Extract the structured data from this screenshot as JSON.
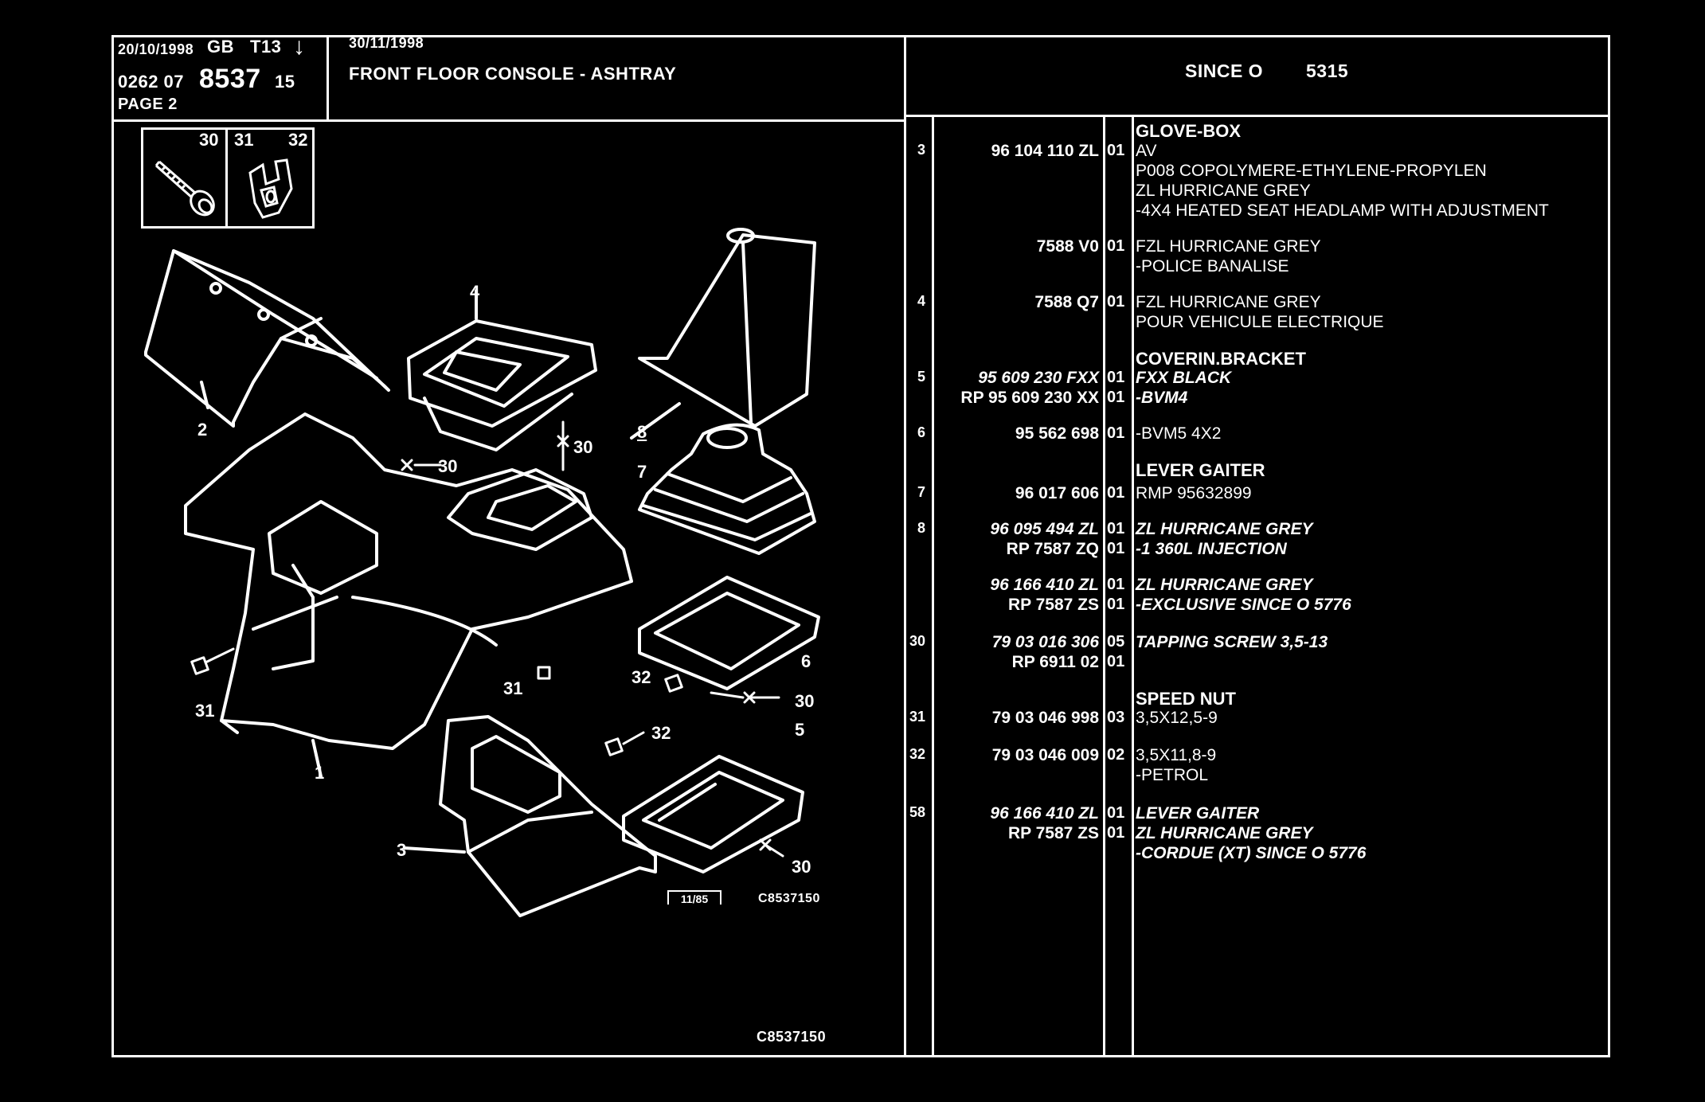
{
  "header": {
    "date_left": "20/10/1998",
    "region": "GB",
    "code_t": "T13",
    "arrow": "↓",
    "ref_prefix": "0262 07",
    "ref_main": "8537",
    "ref_suffix": "15",
    "page": "PAGE 2",
    "date_right": "30/11/1998",
    "title": "FRONT FLOOR CONSOLE - ASHTRAY",
    "since_label": "SINCE O",
    "since_value": "5315"
  },
  "inset": {
    "labels": [
      "30",
      "31",
      "32"
    ]
  },
  "drawing": {
    "callouts": [
      "1",
      "2",
      "3",
      "4",
      "5",
      "6",
      "7",
      "8",
      "30",
      "30",
      "30",
      "30",
      "30",
      "31",
      "31",
      "32",
      "32"
    ],
    "stamp": "11/85",
    "drawing_code": "C8537150",
    "footer_code": "C8537150"
  },
  "parts": [
    {
      "section": "GLOVE-BOX"
    },
    {
      "idx": "3",
      "ref": "96 104 110 ZL",
      "ref_italic": false,
      "qty": "01",
      "desc": "AV",
      "desc_italic": false
    },
    {
      "desc": "P008 COPOLYMERE-ETHYLENE-PROPYLEN"
    },
    {
      "desc": "ZL HURRICANE GREY"
    },
    {
      "desc": "-4X4 HEATED SEAT HEADLAMP WITH ADJUSTMENT"
    },
    {
      "idx": "",
      "ref": "7588 V0",
      "qty": "01",
      "desc": "FZL HURRICANE GREY"
    },
    {
      "desc": "-POLICE BANALISE"
    },
    {
      "idx": "4",
      "ref": "7588 Q7",
      "qty": "01",
      "desc": "FZL HURRICANE GREY"
    },
    {
      "desc": "POUR VEHICULE ELECTRIQUE"
    },
    {
      "section": "COVERIN.BRACKET"
    },
    {
      "idx": "5",
      "ref": "95 609 230 FXX",
      "ref_italic": true,
      "qty": "01",
      "desc": "FXX BLACK",
      "desc_italic": true
    },
    {
      "idx": "",
      "ref": "RP  95 609 230 XX",
      "qty": "01",
      "desc": "-BVM4",
      "desc_italic": true
    },
    {
      "idx": "6",
      "ref": "95 562 698",
      "qty": "01",
      "desc": "-BVM5 4X2"
    },
    {
      "section": "LEVER GAITER"
    },
    {
      "idx": "7",
      "ref": "96 017 606",
      "qty": "01",
      "desc": "RMP 95632899"
    },
    {
      "idx": "8",
      "ref": "96 095 494 ZL",
      "ref_italic": true,
      "qty": "01",
      "desc": "ZL HURRICANE GREY",
      "desc_italic": true
    },
    {
      "idx": "",
      "ref": "RP  7587 ZQ",
      "qty": "01",
      "desc": "-1 360L INJECTION",
      "desc_italic": true
    },
    {
      "idx": "",
      "ref": "96 166 410 ZL",
      "ref_italic": true,
      "qty": "01",
      "desc": "ZL HURRICANE GREY",
      "desc_italic": true
    },
    {
      "idx": "",
      "ref": "RP  7587 ZS",
      "qty": "01",
      "desc": "-EXCLUSIVE SINCE O 5776",
      "desc_italic": true
    },
    {
      "idx": "30",
      "ref": "79 03 016 306",
      "ref_italic": true,
      "qty": "05",
      "desc": "TAPPING SCREW 3,5-13",
      "desc_italic": true
    },
    {
      "idx": "",
      "ref": "RP  6911 02",
      "qty": "01",
      "desc": ""
    },
    {
      "section": "SPEED NUT"
    },
    {
      "idx": "31",
      "ref": "79 03 046 998",
      "qty": "03",
      "desc": "3,5X12,5-9"
    },
    {
      "idx": "32",
      "ref": "79 03 046 009",
      "qty": "02",
      "desc": "3,5X11,8-9"
    },
    {
      "desc": "-PETROL"
    },
    {
      "idx": "58",
      "ref": "96 166 410 ZL",
      "ref_italic": true,
      "qty": "01",
      "desc": "LEVER GAITER",
      "desc_italic": true
    },
    {
      "idx": "",
      "ref": "RP  7587 ZS",
      "qty": "01",
      "desc": "ZL HURRICANE GREY",
      "desc_italic": true
    },
    {
      "desc": "-CORDUE (XT) SINCE O 5776",
      "desc_italic": true
    }
  ]
}
